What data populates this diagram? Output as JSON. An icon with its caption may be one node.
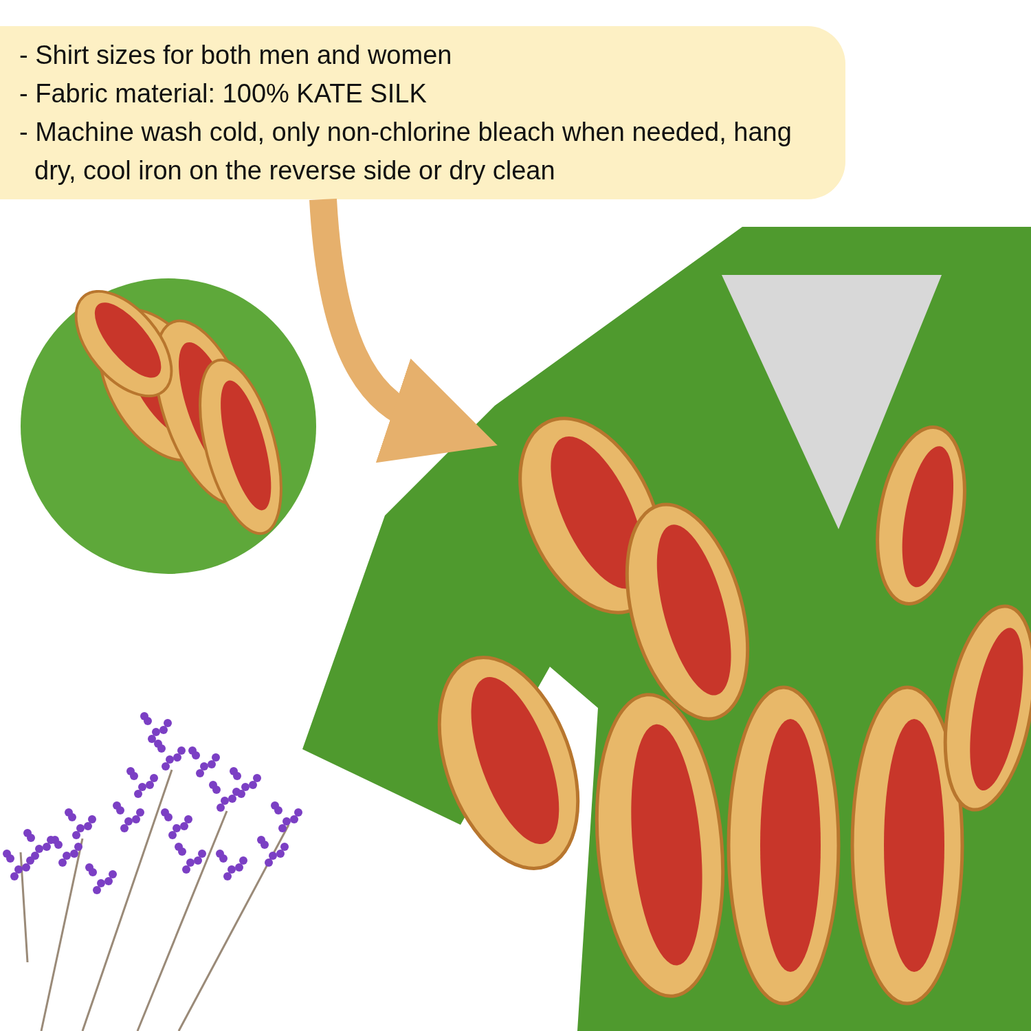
{
  "diagram": {
    "nodes": [
      {
        "text": [
          "- Shirt sizes for both men and women",
          "- Fabric material: 100% KATE SILK",
          "- Machine wash cold, only non-chlorine bleach when needed, hang dry, cool iron on the reverse side or dry clean"
        ]
      },
      {
        "text": [],
        "shape": "picture"
      }
    ],
    "edges": [
      {
        "from": 0,
        "to": 1,
        "arrow": "to"
      }
    ]
  }
}
